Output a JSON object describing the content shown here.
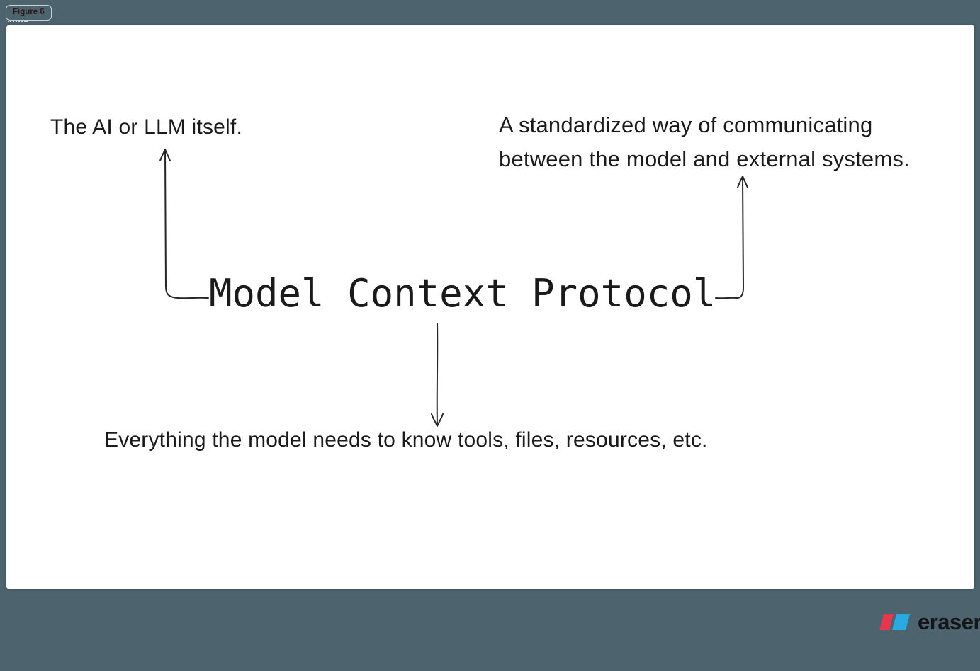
{
  "window": {
    "figure_label": "Figure 6"
  },
  "diagram": {
    "title": "Model Context Protocol",
    "annotation_model": "The AI or LLM itself.",
    "annotation_protocol": {
      "line1": "A standardized way of communicating",
      "line2": "between the model and external systems."
    },
    "annotation_context": "Everything the model needs to know tools, files, resources, etc."
  },
  "branding": {
    "name": "eraser"
  },
  "colors": {
    "app_background": "#4d646e",
    "canvas_background": "#ffffff",
    "ink": "#1a1a1a",
    "figure_tab_text": "#2f171b",
    "figure_tab_border": "#c9d2d6",
    "brand_red": "#e8364f",
    "brand_blue": "#29a9e2",
    "brand_text": "#15151c"
  }
}
